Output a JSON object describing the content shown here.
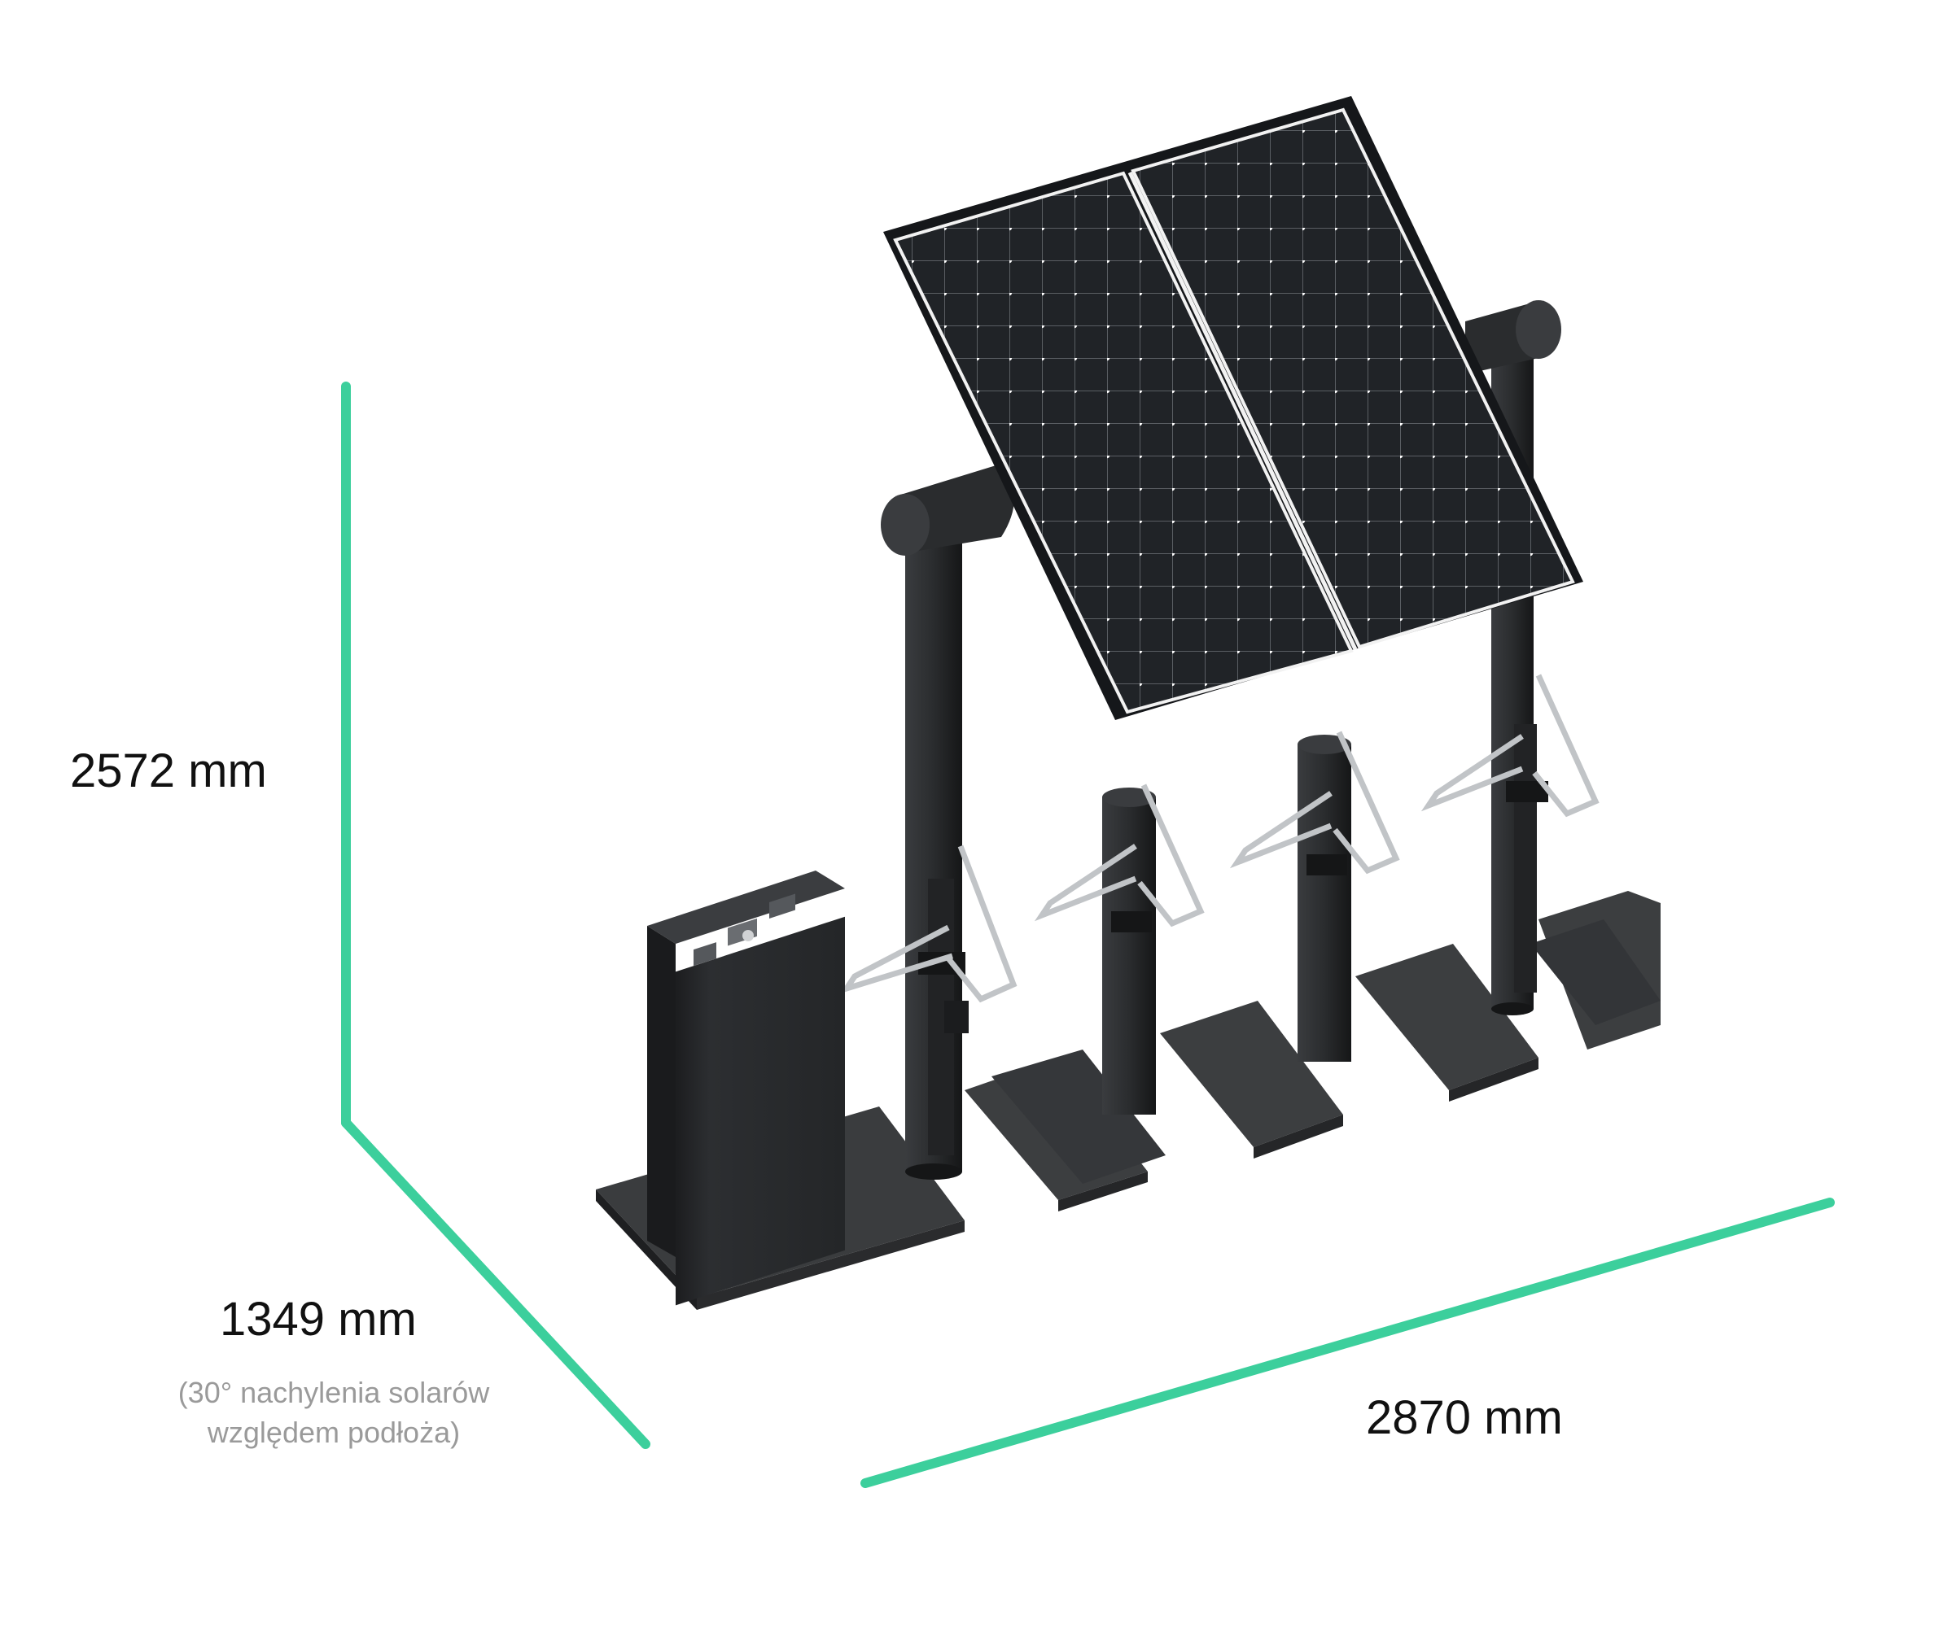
{
  "dimensions": {
    "height": "2572 mm",
    "depth": "1349 mm",
    "width": "2870 mm",
    "note_line1": "(30° nachylenia solarów",
    "note_line2": "względem podłoża)"
  },
  "colors": {
    "dimension_line": "#3ccf9c",
    "structure": "#2a2c2e",
    "structure_dark": "#1a1b1c",
    "panel": "#1f2124",
    "panel_grid": "#e8e8e8",
    "handle": "#b9bcbf",
    "mat": "#3a3c3e",
    "label": "#111111",
    "note": "#9a9a9a"
  },
  "icons": {
    "solar_panel": "solar-panel-icon",
    "charging_post": "charging-post-icon",
    "battery_cabinet": "battery-cabinet-icon"
  }
}
